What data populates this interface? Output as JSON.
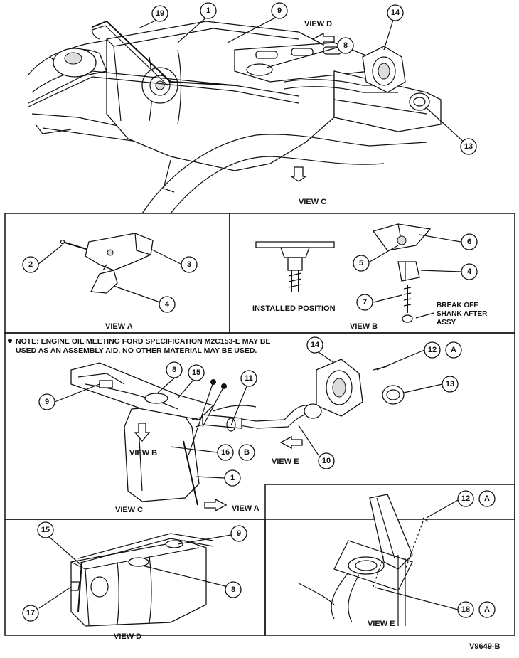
{
  "top_view": {
    "view_d_label": "VIEW D",
    "view_c_label": "VIEW C",
    "callouts": [
      "19",
      "1",
      "9",
      "14",
      "8",
      "13"
    ]
  },
  "view_a": {
    "title": "VIEW A",
    "callouts": [
      "2",
      "3",
      "4"
    ]
  },
  "view_b": {
    "title": "VIEW B",
    "installed_position": "INSTALLED POSITION",
    "break_off_note": [
      "BREAK OFF",
      "SHANK AFTER",
      "ASSY"
    ],
    "callouts": [
      "6",
      "5",
      "4",
      "7"
    ]
  },
  "view_c": {
    "title": "VIEW C",
    "note_line1": "NOTE: ENGINE OIL MEETING FORD SPECIFICATION M2C153-E MAY BE",
    "note_line2": "USED AS AN ASSEMBLY AID. NO OTHER MATERIAL MAY BE USED.",
    "arrow_view_b": "VIEW B",
    "arrow_view_e": "VIEW E",
    "arrow_view_a": "VIEW A",
    "callouts": [
      "14",
      "12",
      "13",
      "8",
      "15",
      "11",
      "9",
      "16",
      "10",
      "1"
    ],
    "letter_a": "A",
    "letter_b": "B"
  },
  "view_d": {
    "title": "VIEW D",
    "callouts": [
      "15",
      "9",
      "8",
      "17"
    ]
  },
  "view_e": {
    "title": "VIEW E",
    "callouts": [
      "12",
      "18"
    ],
    "letter_a": "A"
  },
  "figure_id": "V9649-B"
}
